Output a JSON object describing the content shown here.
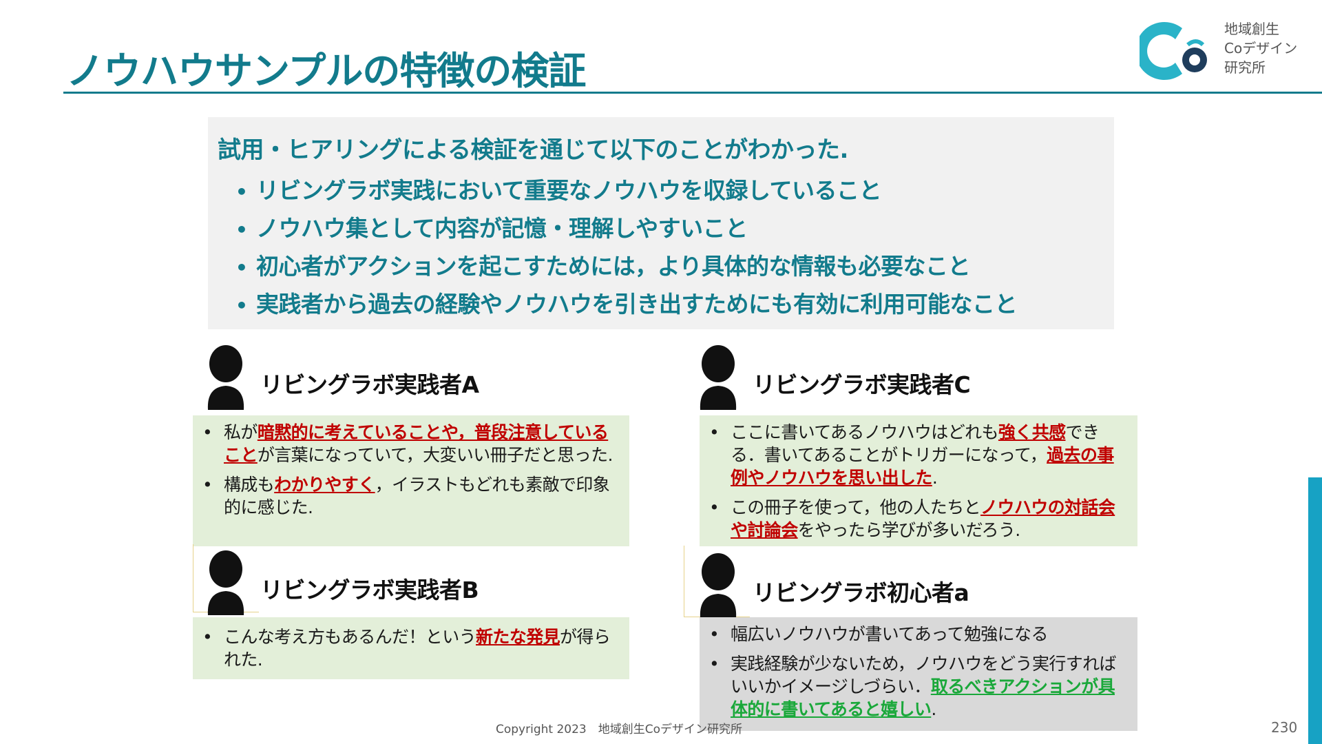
{
  "title": "ノウハウサンプルの特徴の検証",
  "logo": {
    "line1": "地域創生",
    "line2": "Coデザイン",
    "line3": "研究所"
  },
  "summary": {
    "heading": "試用・ヒアリングによる検証を通じて以下のことがわかった.",
    "items": [
      "リビングラボ実践において重要なノウハウを収録していること",
      "ノウハウ集として内容が記憶・理解しやすいこと",
      "初心者がアクションを起こすためには，より具体的な情報も必要なこと",
      "実践者から過去の経験やノウハウを引き出すためにも有効に利用可能なこと"
    ]
  },
  "personas": {
    "a": {
      "name": "リビングラボ実践者A",
      "c1": {
        "p1": "私が",
        "h1": "暗黙的に考えていることや，普段注意していること",
        "p2": "が言葉になっていて，大変いい冊子だと思った."
      },
      "c2": {
        "p1": "構成も",
        "h1": "わかりやすく",
        "p2": "，イラストもどれも素敵で印象的に感じた."
      }
    },
    "b": {
      "name": "リビングラボ実践者B",
      "c1": {
        "p1": "こんな考え方もあるんだ！という",
        "h1": "新たな発見",
        "p2": "が得られた."
      }
    },
    "c": {
      "name": "リビングラボ実践者C",
      "c1": {
        "p1": "ここに書いてあるノウハウはどれも",
        "h1": "強く共感",
        "p2": "できる．書いてあることがトリガーになって，",
        "h2": "過去の事例やノウハウを思い出した",
        "p3": "."
      },
      "c2": {
        "p1": "この冊子を使って，他の人たちと",
        "h1": "ノウハウの対話会や討論会",
        "p2": "をやったら学びが多いだろう."
      }
    },
    "d": {
      "name": "リビングラボ初心者a",
      "c1": {
        "p1": "幅広いノウハウが書いてあって勉強になる"
      },
      "c2": {
        "p1": "実践経験が少ないため，ノウハウをどう実行すればいいかイメージしづらい．",
        "h1": "取るべきアクションが具体的に書いてあると嬉しい",
        "p2": "."
      }
    }
  },
  "footer": {
    "copyright": "Copyright 2023　地域創生Coデザイン研究所"
  },
  "page_number": "230",
  "colors": {
    "accent": "#127b8c",
    "highlight_red": "#c00000",
    "highlight_green": "#1aa83a",
    "card_green": "#e3efd9",
    "card_gray": "#d9d9d9",
    "sidebar": "#17a2c4"
  }
}
